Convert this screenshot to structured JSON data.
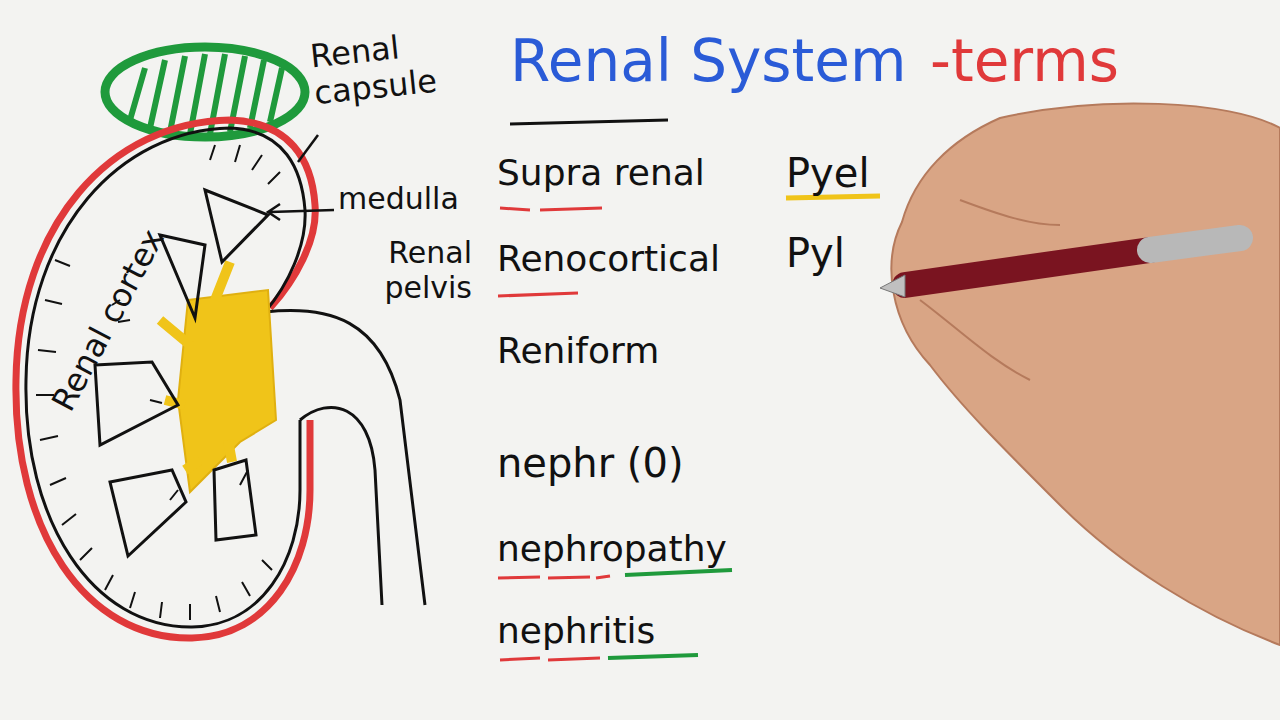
{
  "diagram": {
    "title": "Renal System",
    "labels": [
      "Renal capsule",
      "medulla",
      "Renal pelvis",
      "Renal cortex",
      "-terms",
      "Supra renal",
      "Renocortical",
      "Reniform",
      "nephr (0)",
      "nephropathy",
      "nephritis",
      "Pyel",
      "Pyl"
    ]
  }
}
